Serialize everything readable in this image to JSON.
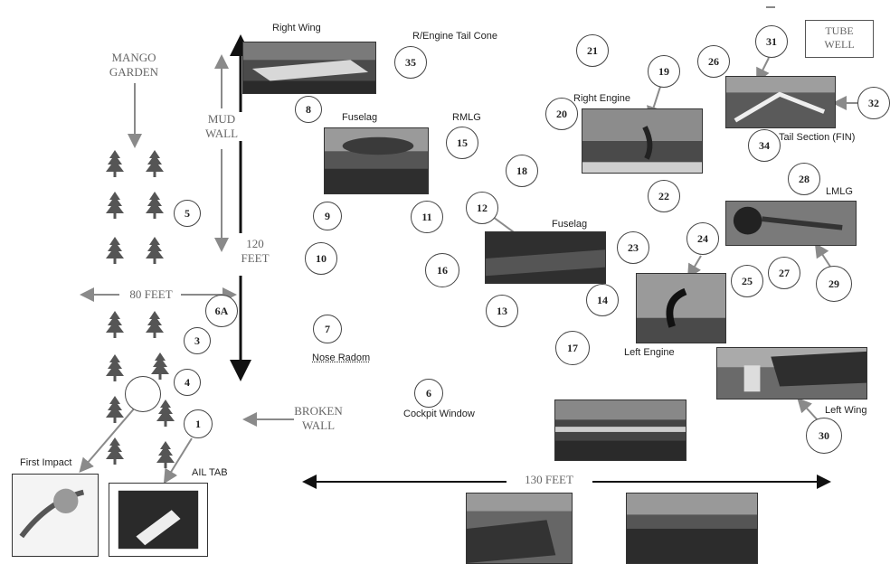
{
  "labels": {
    "mango_garden": "MANGO\nGARDEN",
    "mud_wall": "MUD\nWALL",
    "feet_120": "120\nFEET",
    "feet_80": "80 FEET",
    "broken_wall": "BROKEN\nWALL",
    "feet_130": "130 FEET",
    "tube_well": "TUBE\nWELL",
    "right_wing": "Right Wing",
    "r_engine_tail_cone": "R/Engine Tail Cone",
    "fuselag_1": "Fuselag",
    "rmlg": "RMLG",
    "right_engine": "Right Engine",
    "tail_section": "Tail Section (FIN)",
    "lmlg": "LMLG",
    "fuselag_2": "Fuselag",
    "left_engine": "Left Engine",
    "left_wing": "Left Wing",
    "nose_radom": "Nose Radom",
    "cockpit_window": "Cockpit Window",
    "first_impact": "First Impact",
    "ail_tab": "AIL TAB"
  },
  "markers": {
    "m1": "1",
    "m3": "3",
    "m4": "4",
    "m5": "5",
    "m6a": "6A",
    "m6": "6",
    "m7": "7",
    "m8": "8",
    "m9": "9",
    "m10": "10",
    "m11": "11",
    "m12": "12",
    "m13": "13",
    "m14": "14",
    "m15": "15",
    "m16": "16",
    "m17": "17",
    "m18": "18",
    "m19": "19",
    "m20": "20",
    "m21": "21",
    "m22": "22",
    "m23": "23",
    "m24": "24",
    "m25": "25",
    "m26": "26",
    "m27": "27",
    "m28": "28",
    "m29": "29",
    "m30": "30",
    "m31": "31",
    "m32": "32",
    "m34": "34",
    "m35": "35"
  },
  "colors": {
    "arrow_gray": "#8a8a8a",
    "wall_black": "#111111"
  }
}
